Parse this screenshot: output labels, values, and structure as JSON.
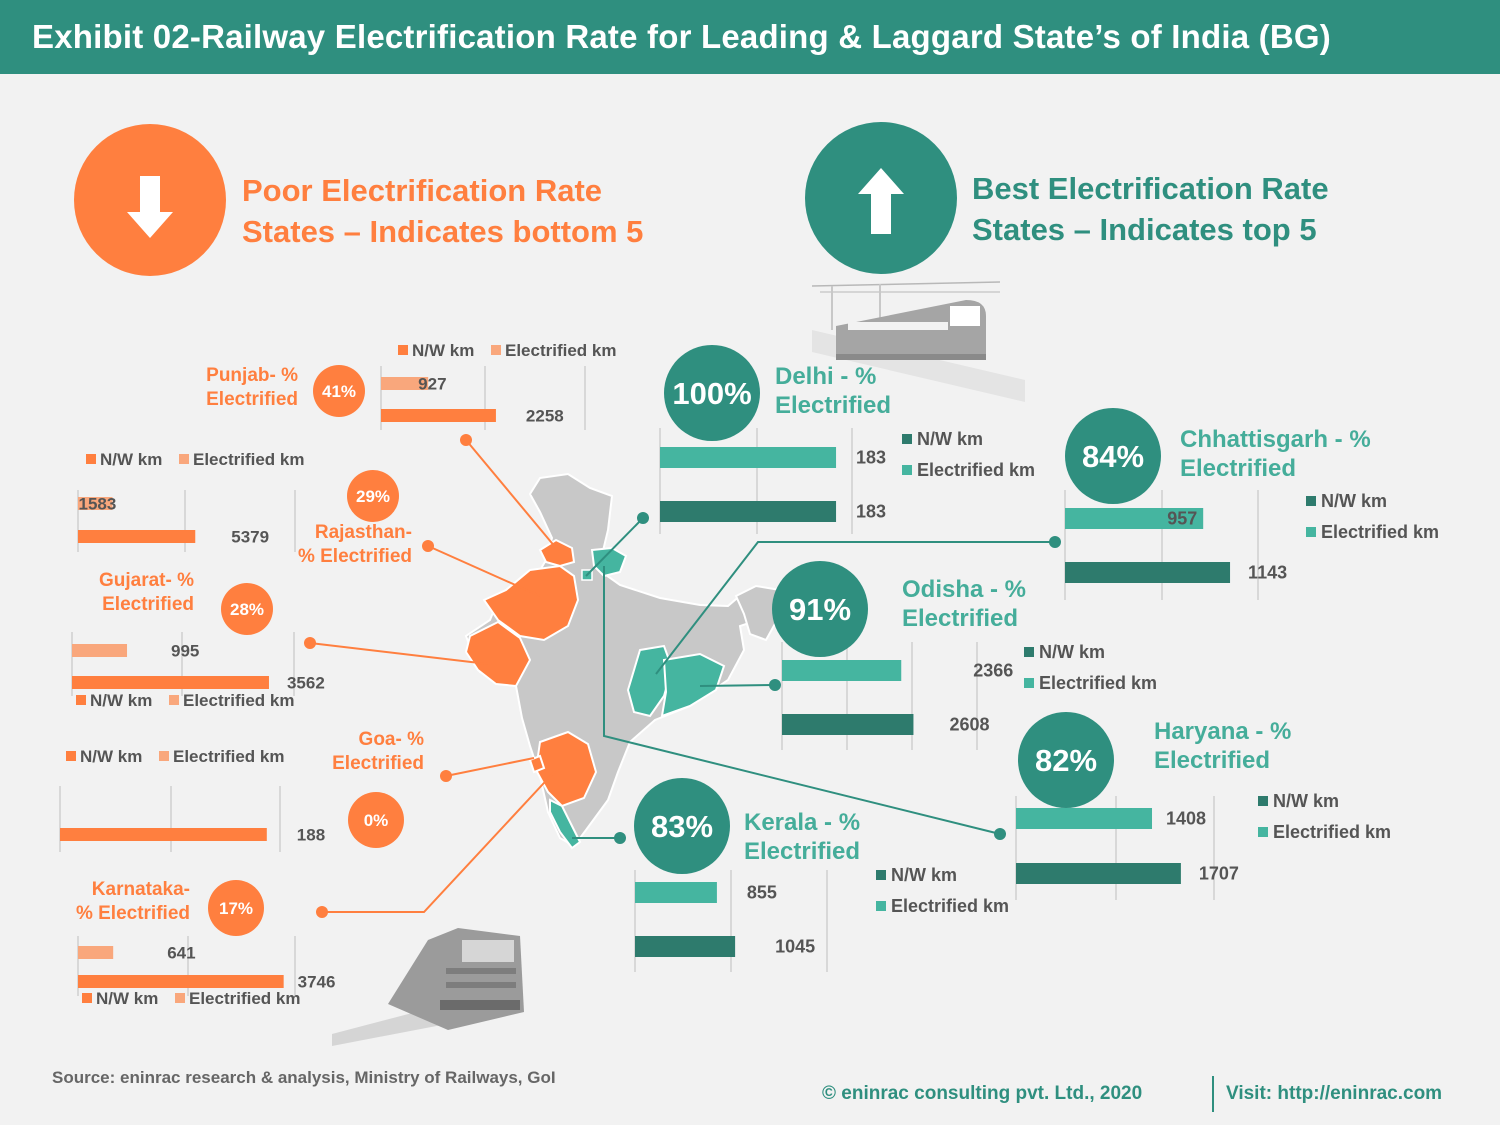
{
  "title": "Exhibit 02-Railway Electrification Rate for Leading & Laggard State’s of India (BG)",
  "poor_heading": [
    "Poor Electrification Rate",
    "States – Indicates bottom 5"
  ],
  "best_heading": [
    "Best  Electrification Rate",
    "States – Indicates top 5"
  ],
  "source": "Source: eninrac research & analysis, Ministry of Railways, GoI",
  "copyright": "© eninrac consulting pvt. Ltd., 2020",
  "visit": "Visit: http://eninrac.com",
  "colors": {
    "header": "#2f8f7f",
    "poor": "#ff7f3f",
    "poor_light": "#f9a77c",
    "best_dark": "#2e7b6d",
    "best_light": "#45b5a0",
    "map": "#c8c8c8"
  },
  "icons": {
    "poor": "down-arrow-icon",
    "best": "up-arrow-icon",
    "trains": [
      "electric-train-icon",
      "locomotive-icon"
    ]
  },
  "chart_data": [
    {
      "type": "bar",
      "group": "poor",
      "state": "Punjab",
      "label": [
        "Punjab- %",
        "Electrified"
      ],
      "pct": "41%",
      "series": [
        {
          "name": "N/W km",
          "values": [
            2258
          ]
        },
        {
          "name": "Electrified km",
          "values": [
            927
          ]
        }
      ]
    },
    {
      "type": "bar",
      "group": "poor",
      "state": "Rajasthan",
      "label": [
        "Rajasthan-",
        "% Electrified"
      ],
      "pct": "29%",
      "series": [
        {
          "name": "N/W km",
          "values": [
            5379
          ]
        },
        {
          "name": "Electrified km",
          "values": [
            1583
          ]
        }
      ]
    },
    {
      "type": "bar",
      "group": "poor",
      "state": "Gujarat",
      "label": [
        "Gujarat- %",
        "Electrified"
      ],
      "pct": "28%",
      "series": [
        {
          "name": "N/W km",
          "values": [
            3562
          ]
        },
        {
          "name": "Electrified km",
          "values": [
            995
          ]
        }
      ]
    },
    {
      "type": "bar",
      "group": "poor",
      "state": "Goa",
      "label": [
        "Goa- %",
        "Electrified"
      ],
      "pct": "0%",
      "series": [
        {
          "name": "N/W km",
          "values": [
            188
          ]
        },
        {
          "name": "Electrified km",
          "values": [
            0
          ]
        }
      ]
    },
    {
      "type": "bar",
      "group": "poor",
      "state": "Karnataka",
      "label": [
        "Karnataka-",
        "% Electrified"
      ],
      "pct": "17%",
      "series": [
        {
          "name": "N/W km",
          "values": [
            3746
          ]
        },
        {
          "name": "Electrified km",
          "values": [
            641
          ]
        }
      ]
    },
    {
      "type": "bar",
      "group": "best",
      "state": "Delhi",
      "label": [
        "Delhi - %",
        "Electrified"
      ],
      "pct": "100%",
      "series": [
        {
          "name": "N/W km",
          "values": [
            183
          ]
        },
        {
          "name": "Electrified km",
          "values": [
            183
          ]
        }
      ]
    },
    {
      "type": "bar",
      "group": "best",
      "state": "Chhattisgarh",
      "label": [
        "Chhattisgarh - %",
        "Electrified"
      ],
      "pct": "84%",
      "series": [
        {
          "name": "N/W km",
          "values": [
            1143
          ]
        },
        {
          "name": "Electrified km",
          "values": [
            957
          ]
        }
      ]
    },
    {
      "type": "bar",
      "group": "best",
      "state": "Odisha",
      "label": [
        "Odisha - %",
        "Electrified"
      ],
      "pct": "91%",
      "series": [
        {
          "name": "N/W km",
          "values": [
            2608
          ]
        },
        {
          "name": "Electrified km",
          "values": [
            2366
          ]
        }
      ]
    },
    {
      "type": "bar",
      "group": "best",
      "state": "Haryana",
      "label": [
        "Haryana - %",
        "Electrified"
      ],
      "pct": "82%",
      "series": [
        {
          "name": "N/W km",
          "values": [
            1707
          ]
        },
        {
          "name": "Electrified km",
          "values": [
            1408
          ]
        }
      ]
    },
    {
      "type": "bar",
      "group": "best",
      "state": "Kerala",
      "label": [
        "Kerala - %",
        "Electrified"
      ],
      "pct": "83%",
      "series": [
        {
          "name": "N/W km",
          "values": [
            1045
          ]
        },
        {
          "name": "Electrified km",
          "values": [
            855
          ]
        }
      ]
    }
  ]
}
